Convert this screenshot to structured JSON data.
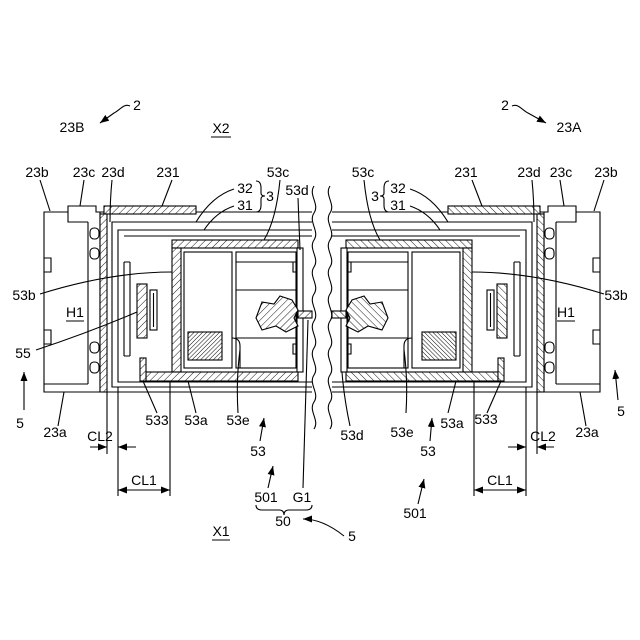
{
  "colors": {
    "ink": "#000000",
    "paper": "#ffffff"
  },
  "labels": {
    "top": {
      "ref_left": "2",
      "part_left": "23B",
      "direction_upper": "X2",
      "ref_right": "2",
      "part_right": "23A"
    },
    "upper_row": {
      "left_23b": "23b",
      "left_23c": "23c",
      "left_23d": "23d",
      "left_231": "231",
      "left_53c": "53c",
      "right_53c": "53c",
      "right_231": "231",
      "right_23d": "23d",
      "right_23c": "23c",
      "right_23b": "23b"
    },
    "frame": {
      "left_32": "32",
      "left_31": "31",
      "left_3": "3",
      "center_53d": "53d",
      "right_3": "3",
      "right_32": "32",
      "right_31": "31"
    },
    "middle": {
      "left_53b": "53b",
      "left_h1": "H1",
      "left_55": "55",
      "right_53b": "53b",
      "right_h1": "H1"
    },
    "lower_row": {
      "left_5": "5",
      "left_23a": "23a",
      "left_533": "533",
      "left_53a": "53a",
      "left_53e": "53e",
      "center_53d": "53d",
      "right_53e": "53e",
      "right_53a": "53a",
      "right_533": "533",
      "right_23a": "23a",
      "right_5": "5"
    },
    "dimensions": {
      "left_cl2": "CL2",
      "left_cl1": "CL1",
      "right_cl2": "CL2",
      "right_cl1": "CL1"
    },
    "bottom": {
      "left_53": "53",
      "right_53": "53",
      "left_501": "501",
      "gap_g1": "G1",
      "group_50": "50",
      "ref_5": "5",
      "direction_lower": "X1",
      "right_501": "501"
    }
  }
}
